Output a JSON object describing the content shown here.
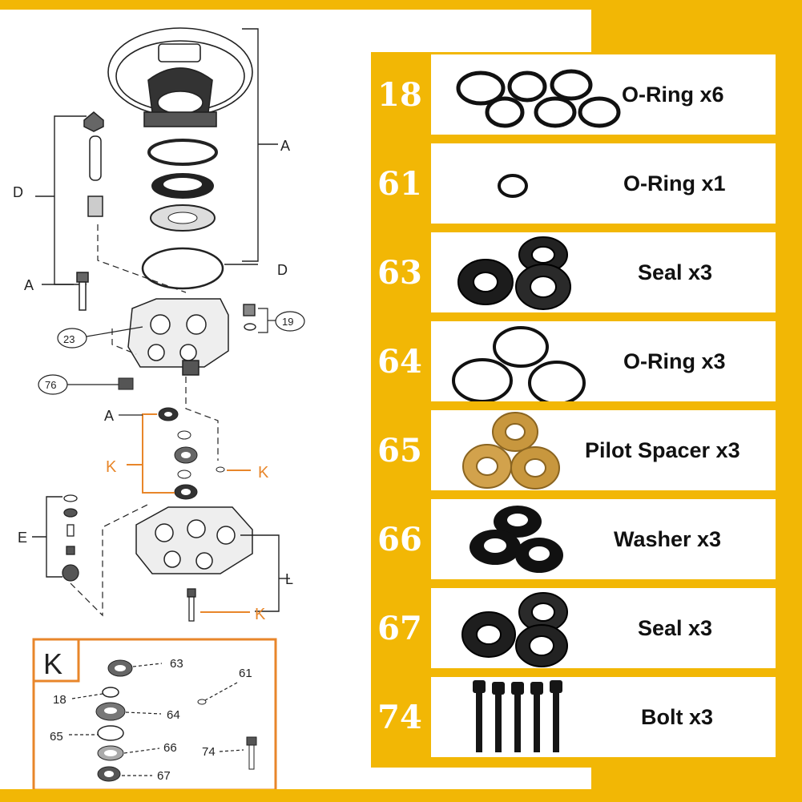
{
  "diagram": {
    "group_labels": {
      "a_top": "A",
      "d_top": "D",
      "d_left": "D",
      "a_left": "A",
      "a_mid": "A",
      "k_left": "K",
      "k_right": "K",
      "k_bottom": "K",
      "e_left": "E",
      "l_right": "L"
    },
    "callouts": {
      "c23": "23",
      "c19": "19",
      "c76": "76"
    },
    "kit_box": {
      "title": "K",
      "part_numbers": {
        "p63": "63",
        "p61": "61",
        "p18": "18",
        "p64": "64",
        "p65": "65",
        "p66": "66",
        "p74": "74",
        "p67": "67"
      }
    }
  },
  "parts_table": [
    {
      "number": "18",
      "label": "O-Ring x6",
      "icon": "o-ring-cluster-6"
    },
    {
      "number": "61",
      "label": "O-Ring x1",
      "icon": "small-o-ring"
    },
    {
      "number": "63",
      "label": "Seal x3",
      "icon": "black-seal-3"
    },
    {
      "number": "64",
      "label": "O-Ring x3",
      "icon": "large-o-ring-3"
    },
    {
      "number": "65",
      "label": "Pilot Spacer x3",
      "icon": "brass-spacer-3"
    },
    {
      "number": "66",
      "label": "Washer x3",
      "icon": "flat-washer-3"
    },
    {
      "number": "67",
      "label": "Seal x3",
      "icon": "oil-seal-3"
    },
    {
      "number": "74",
      "label": "Bolt x3",
      "icon": "socket-bolt-5"
    }
  ],
  "colors": {
    "accent_yellow": "#F2B705",
    "orange_line": "#E8862A",
    "text_black": "#111111",
    "brass": "#C8973E"
  }
}
